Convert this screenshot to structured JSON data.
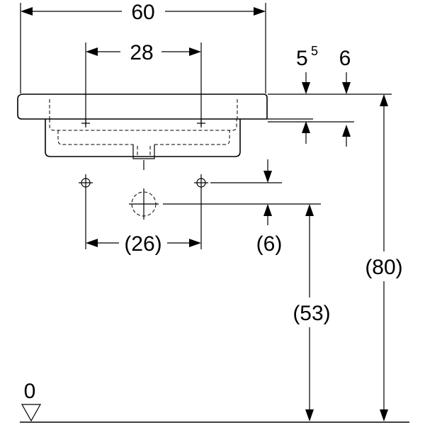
{
  "dimensions": {
    "total_width": "60",
    "tap_hole_spacing": "28",
    "rim_thickness_base": "5",
    "rim_thickness_sup": "5",
    "rim_thickness_alt": "6",
    "supply_spacing": "(26)",
    "supply_offset": "(6)",
    "drain_height": "(53)",
    "total_height": "(80)",
    "floor_level": "0"
  }
}
